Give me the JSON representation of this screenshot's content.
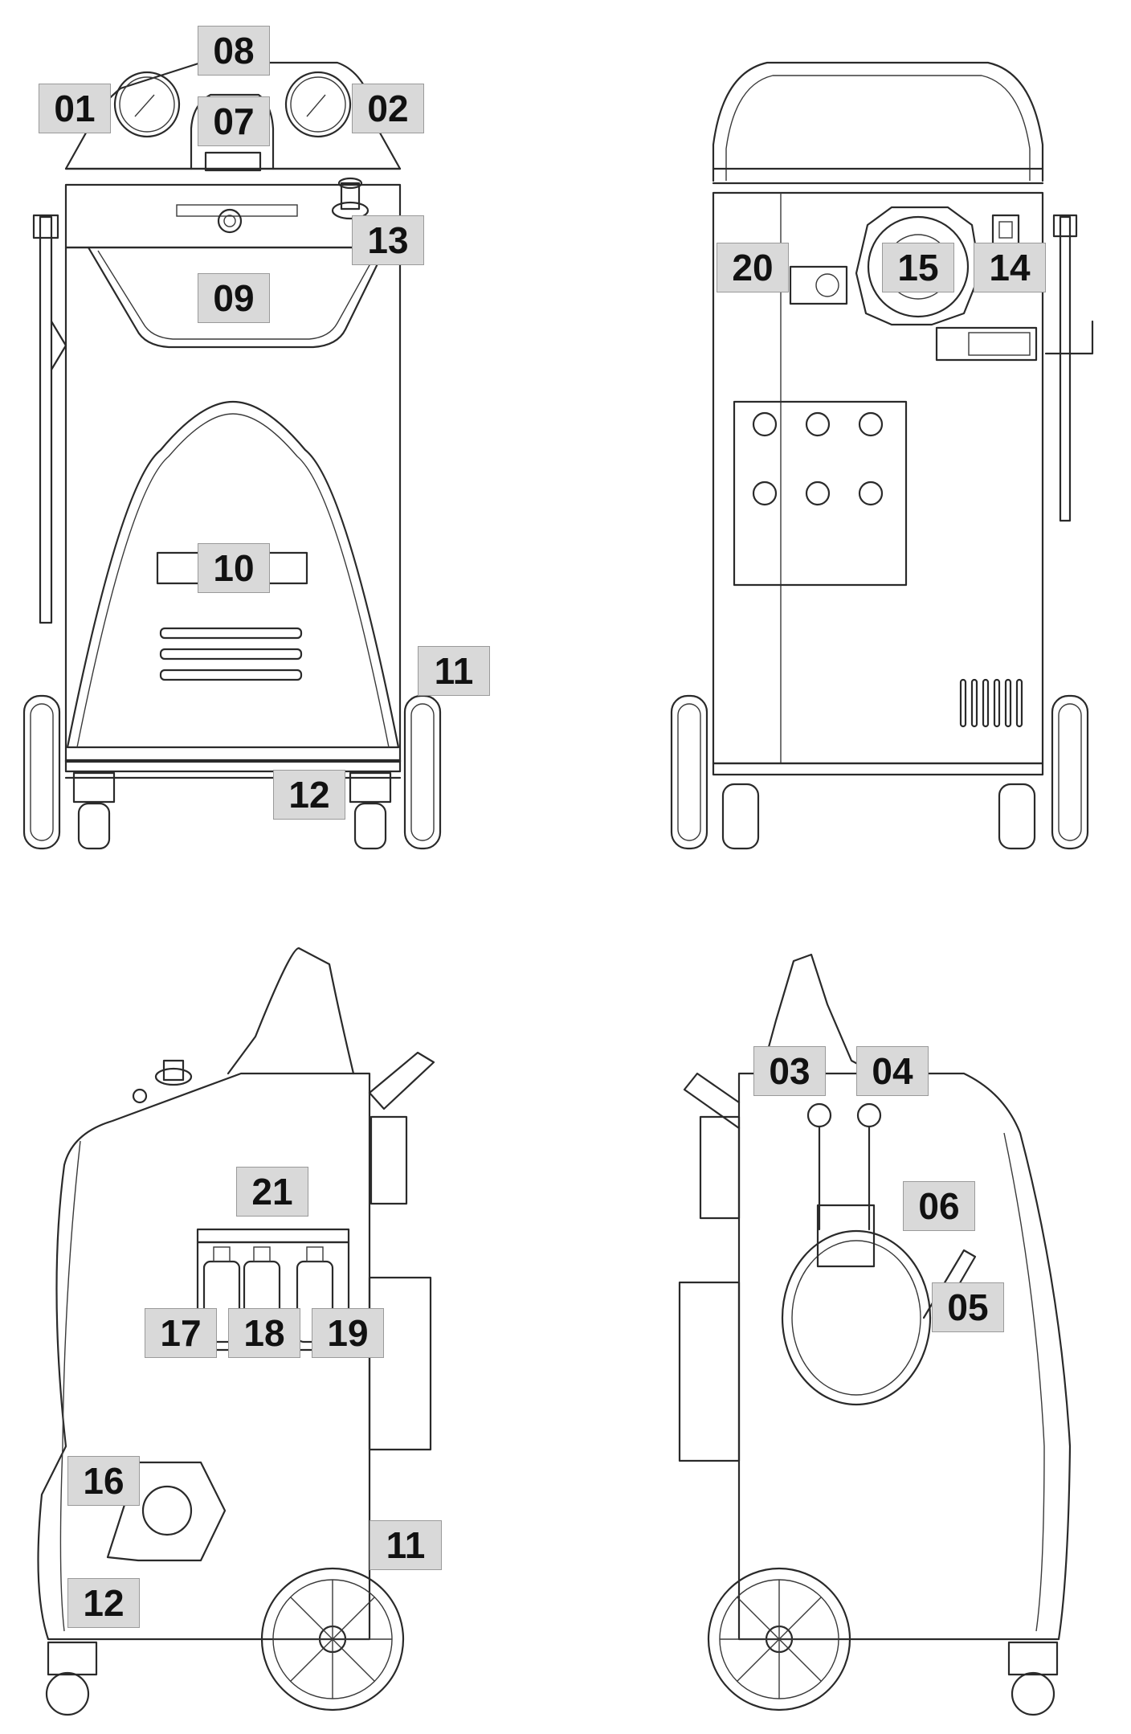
{
  "callouts": {
    "c01": "01",
    "c02": "02",
    "c07": "07",
    "c08": "08",
    "c09": "09",
    "c10": "10",
    "c11a": "11",
    "c12a": "12",
    "c13": "13",
    "c14": "14",
    "c15": "15",
    "c20": "20",
    "c21": "21",
    "c17": "17",
    "c18": "18",
    "c19": "19",
    "c16": "16",
    "c11b": "11",
    "c12b": "12",
    "c03": "03",
    "c04": "04",
    "c06": "06",
    "c05": "05"
  },
  "colors": {
    "label_fill": "#d9d9d9",
    "line": "#2a2a2a",
    "background": "#ffffff"
  }
}
